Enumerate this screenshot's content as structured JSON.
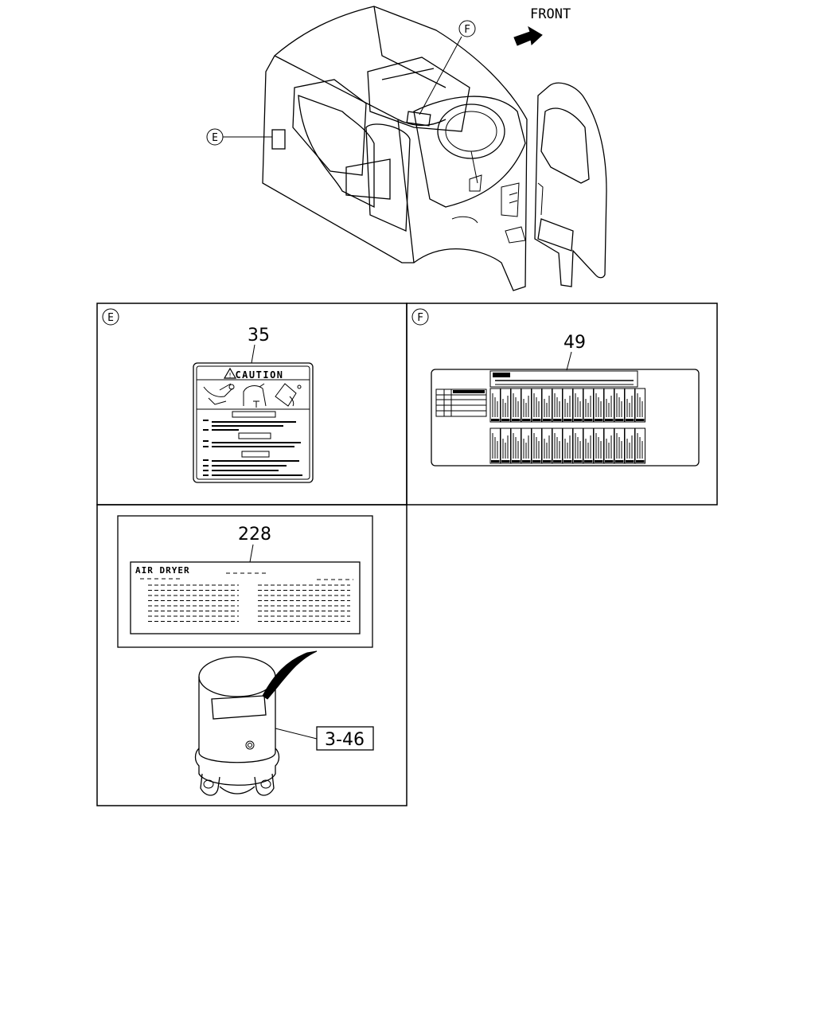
{
  "header": {
    "front_label": "FRONT"
  },
  "callouts": {
    "e": "E",
    "f": "F"
  },
  "panels": {
    "e": {
      "marker": "E",
      "part_number": "35",
      "label_title": "CAUTION"
    },
    "f": {
      "marker": "F",
      "part_number": "49"
    },
    "air_dryer": {
      "part_number": "228",
      "label_title": "AIR DRYER",
      "reference": "3-46"
    }
  }
}
